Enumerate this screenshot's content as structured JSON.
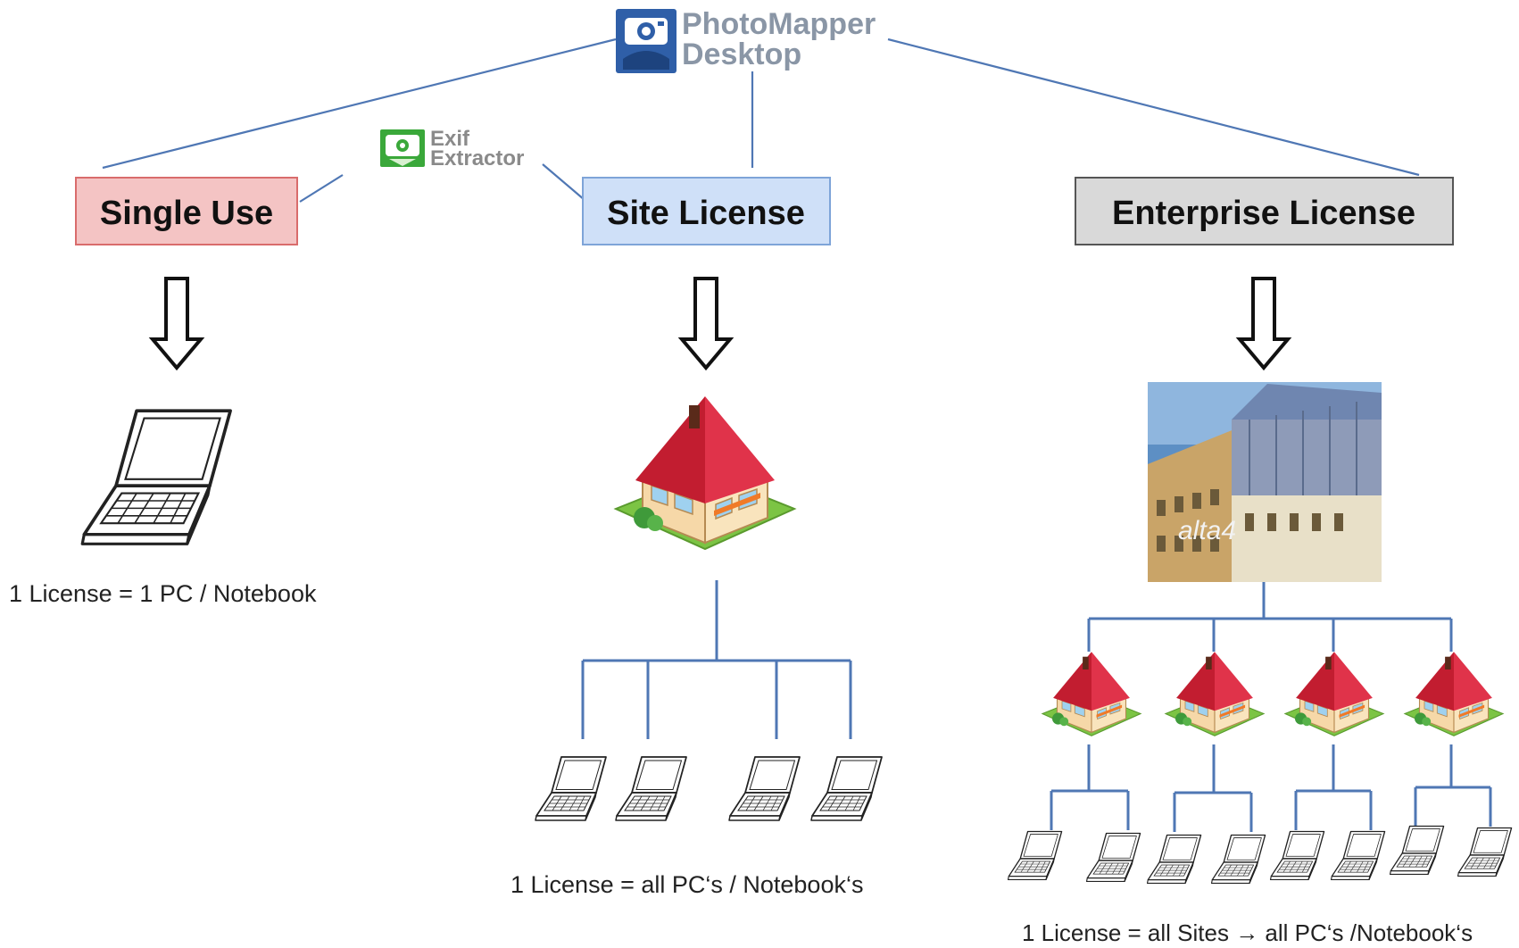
{
  "header": {
    "product_line1": "PhotoMapper",
    "product_line2": "Desktop",
    "addon_line1": "Exif",
    "addon_line2": "Extractor"
  },
  "licenses": {
    "single": {
      "label": "Single Use",
      "caption": "1 License = 1 PC / Notebook"
    },
    "site": {
      "label": "Site License",
      "caption": "1 License = all PC‘s / Notebook‘s"
    },
    "enterprise": {
      "label": "Enterprise License",
      "caption": "1 License = all Sites → all PC‘s /Notebook‘s",
      "building_sign": "alta4"
    }
  },
  "colors": {
    "line": "#4f77b4",
    "single_fill": "#f4c4c4",
    "single_border": "#d96c6c",
    "site_fill": "#cfe0f8",
    "site_border": "#7ea4d8",
    "enterprise_fill": "#d9d9d9",
    "enterprise_border": "#555555",
    "roof": "#d62436",
    "grass": "#7cc444"
  }
}
